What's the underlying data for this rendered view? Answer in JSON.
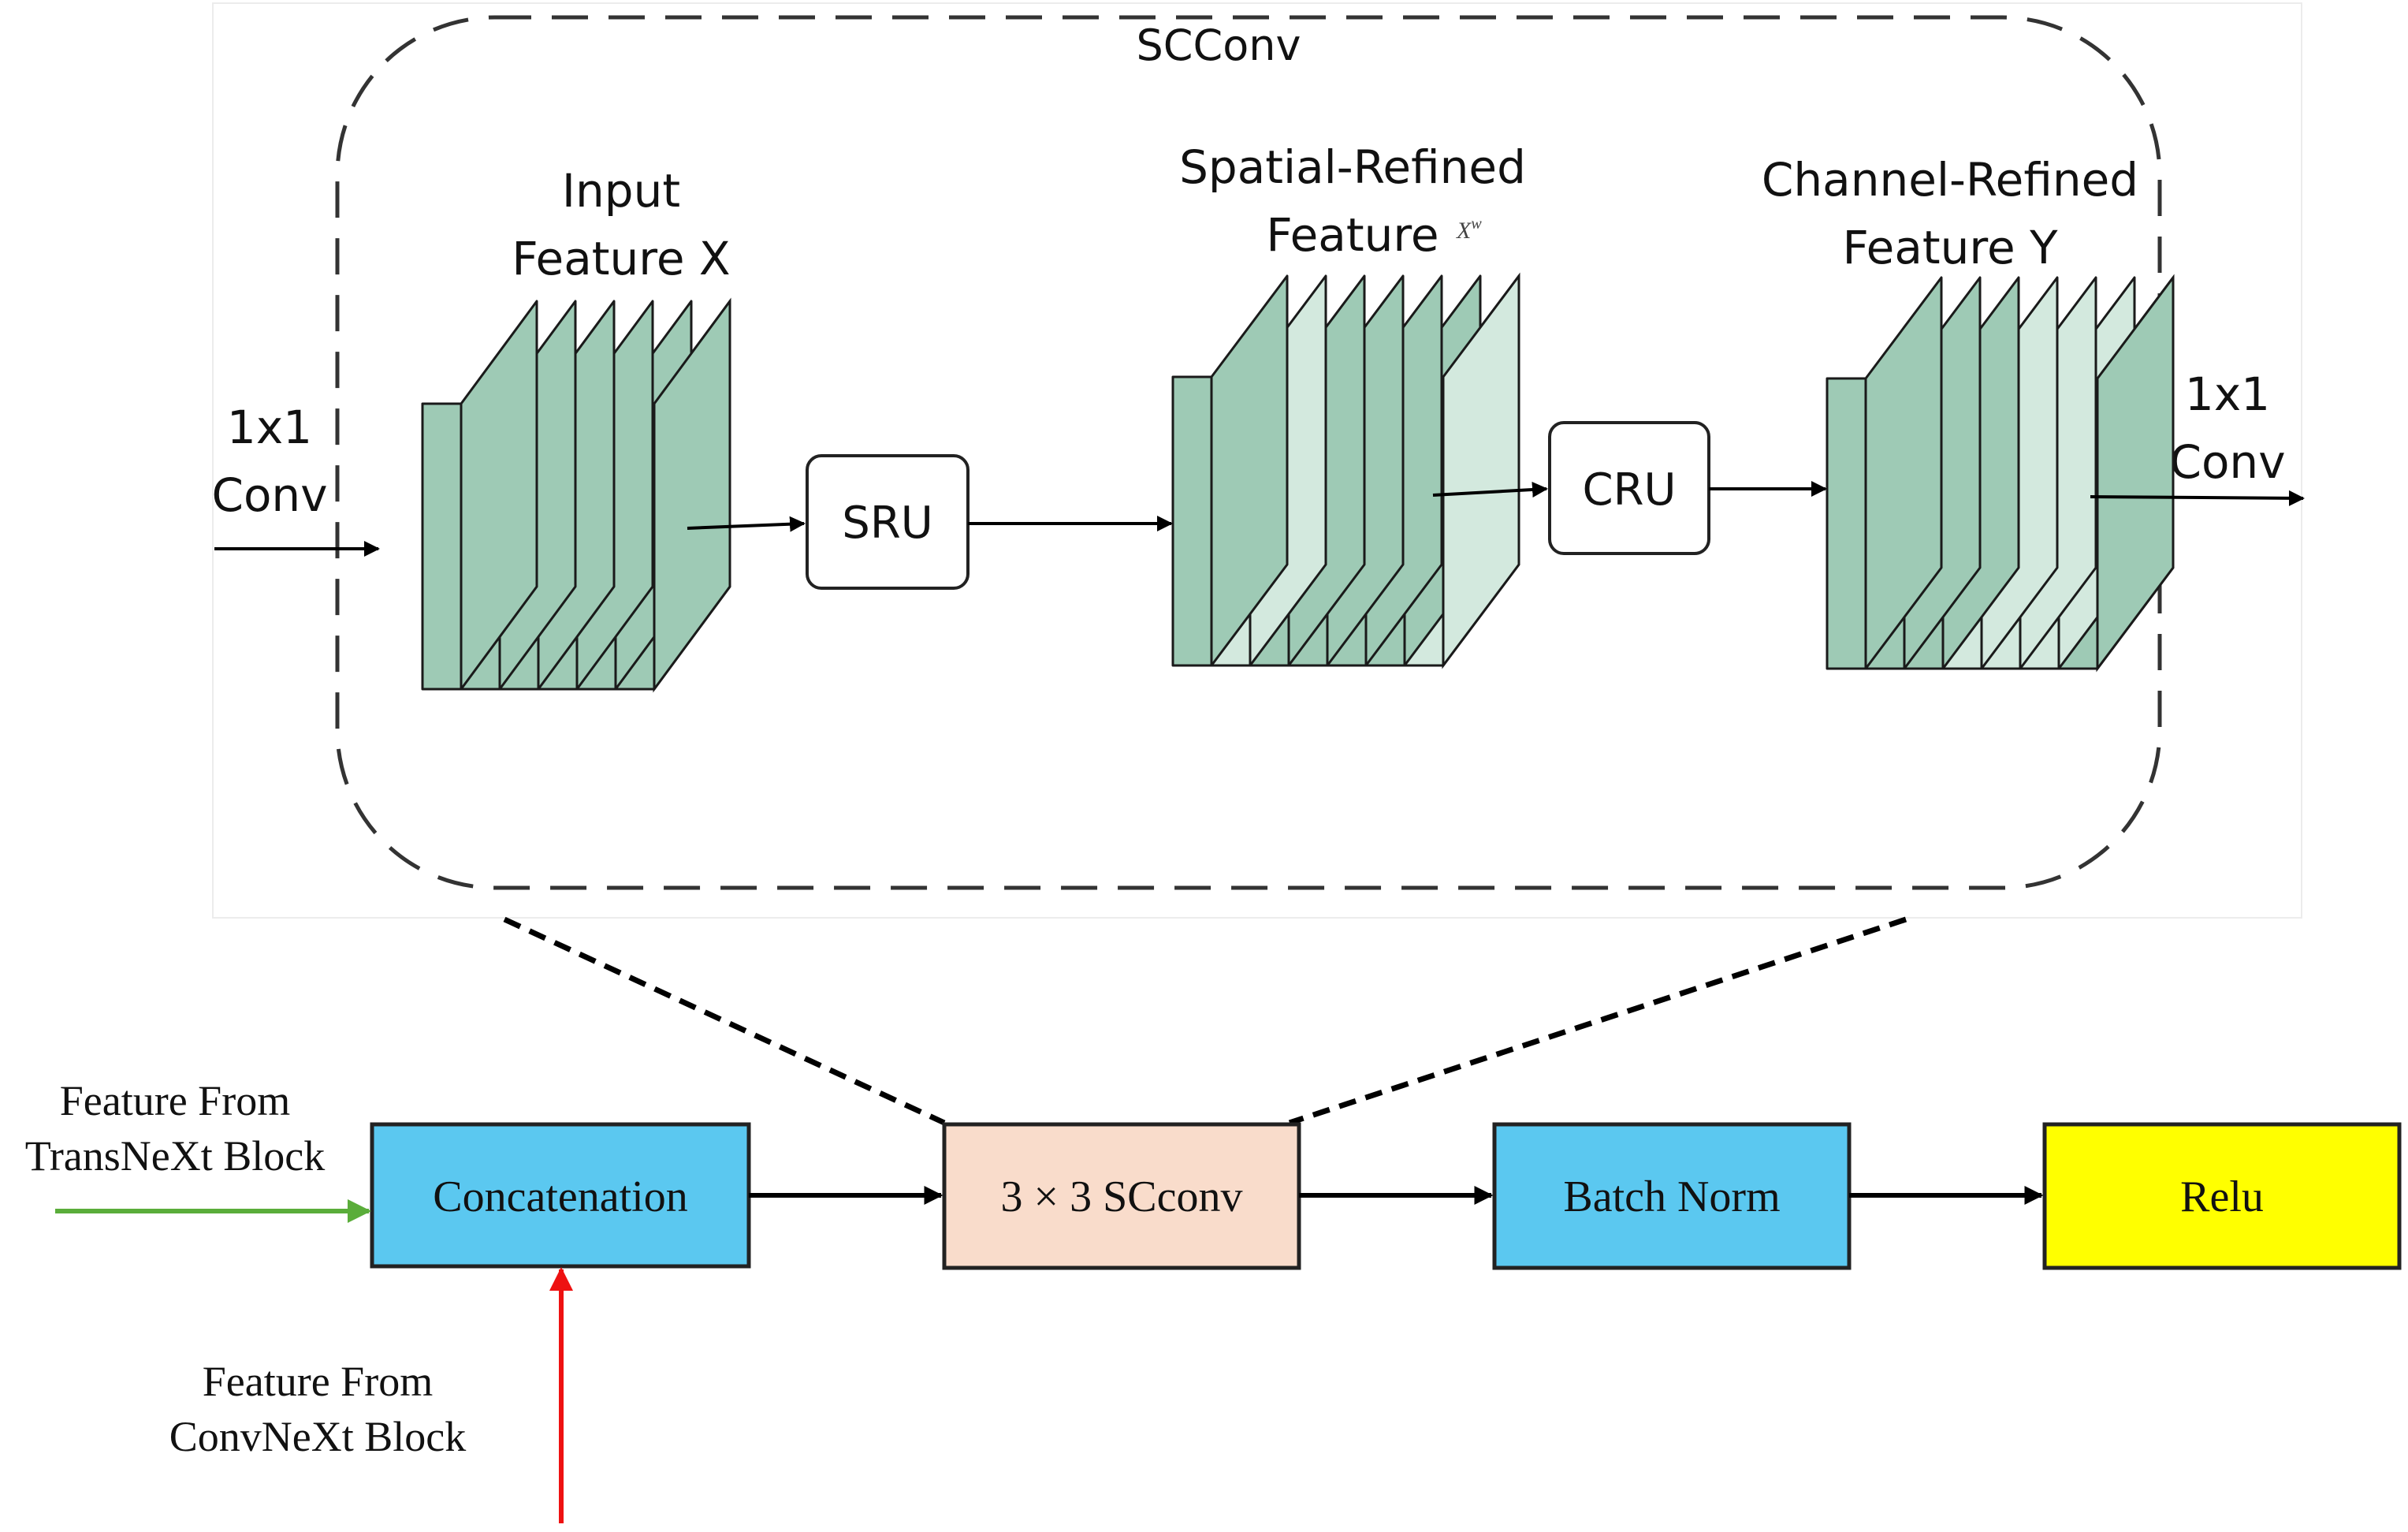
{
  "scconv_panel": {
    "title": "SCConv",
    "input_label_line1": "Input",
    "input_label_line2": "Feature X",
    "spatial_label_line1": "Spatial-Refined",
    "spatial_label_line2": "Feature",
    "spatial_symbol": "X",
    "spatial_symbol_sup": "w",
    "channel_label_line1": "Channel-Refined",
    "channel_label_line2": "Feature Y",
    "sru_label": "SRU",
    "cru_label": "CRU",
    "left_conv_line1": "1x1",
    "left_conv_line2": "Conv",
    "right_conv_line1": "1x1",
    "right_conv_line2": "Conv"
  },
  "pipeline": {
    "transnext_line1": "Feature From",
    "transnext_line2": "TransNeXt Block",
    "convnext_line1": "Feature From",
    "convnext_line2": "ConvNeXt Block",
    "concat_label": "Concatenation",
    "scconv_label": "3 × 3 SCconv",
    "batchnorm_label": "Batch Norm",
    "relu_label": "Relu"
  },
  "colors": {
    "dark_green": "#9ecab5",
    "light_green": "#d3e9de",
    "blue_box": "#5bc8f0",
    "peach_box": "#f9dccb",
    "yellow_box": "#ffff00",
    "green_arrow": "#5aad3a",
    "red_arrow": "#ee1111"
  }
}
